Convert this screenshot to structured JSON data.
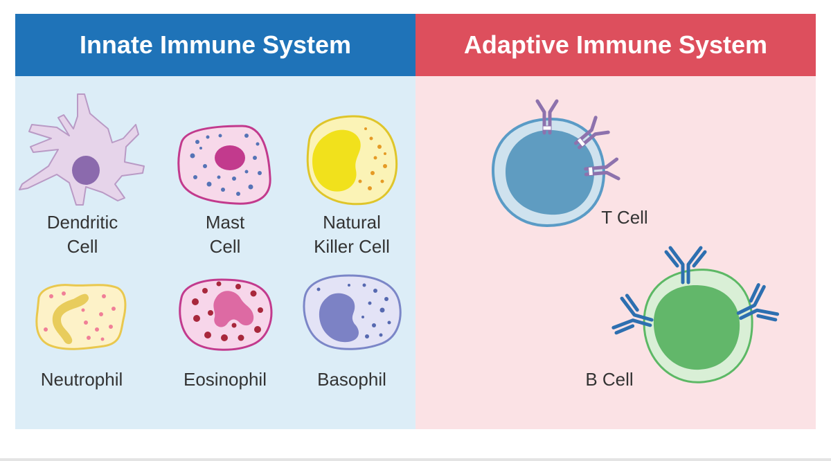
{
  "innate": {
    "title": "Innate Immune System",
    "color": "#1f73b8",
    "background": "#dcedf7",
    "cells": [
      {
        "id": "dendritic",
        "label_line1": "Dendritic",
        "label_line2": "Cell"
      },
      {
        "id": "mast",
        "label_line1": "Mast",
        "label_line2": "Cell"
      },
      {
        "id": "nk",
        "label_line1": "Natural",
        "label_line2": "Killer Cell"
      },
      {
        "id": "neutrophil",
        "label_line1": "Neutrophil"
      },
      {
        "id": "eosinophil",
        "label_line1": "Eosinophil"
      },
      {
        "id": "basophil",
        "label_line1": "Basophil"
      }
    ]
  },
  "adaptive": {
    "title": "Adaptive Immune System",
    "color": "#dd4f5d",
    "background": "#fbe2e5",
    "cells": [
      {
        "id": "t-cell",
        "label_line1": "T Cell"
      },
      {
        "id": "b-cell",
        "label_line1": "B Cell"
      }
    ]
  }
}
